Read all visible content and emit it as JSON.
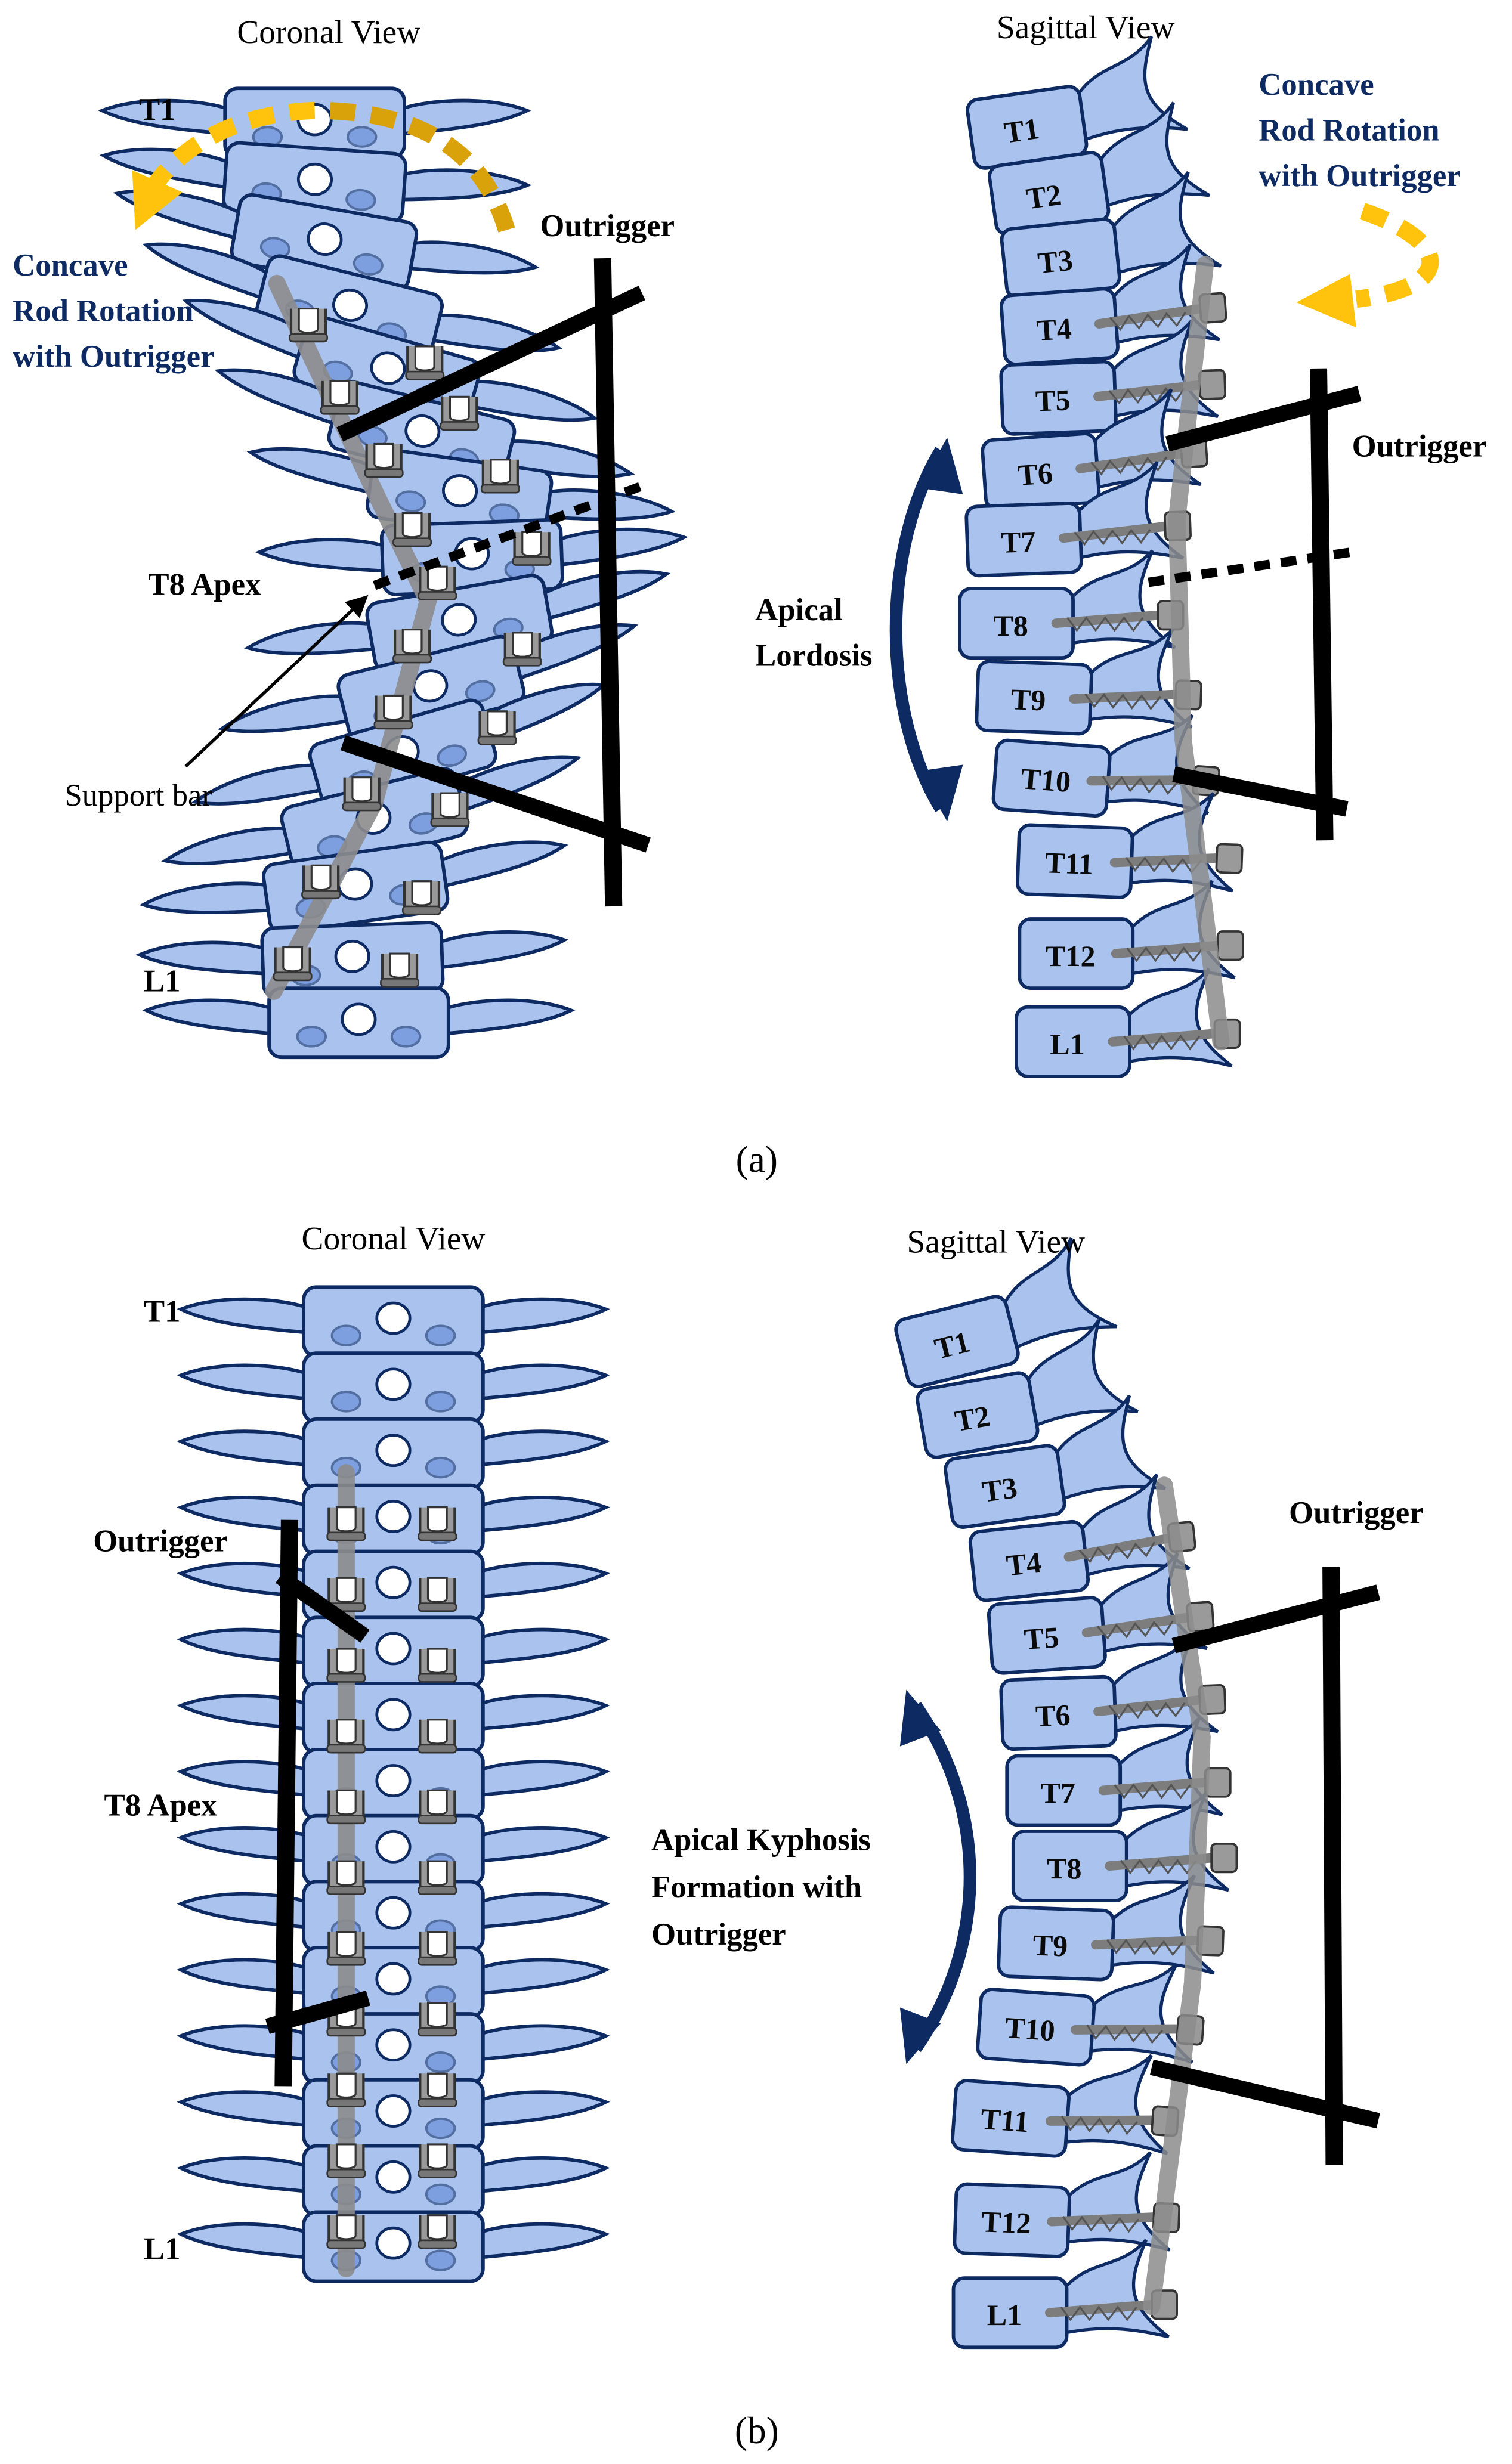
{
  "colors": {
    "bone_fill": "#a9c3ee",
    "bone_dark": "#5a82d6",
    "bone_stroke": "#0e2a63",
    "rod": "#8c8c8c",
    "outrigger": "#000000",
    "navy": "#0e2a63",
    "gold": "#d9a20b",
    "yellow": "#ffc30d"
  },
  "panel_a": {
    "coronal": {
      "title": "Coronal View",
      "top_label": "T1",
      "bottom_label": "L1",
      "apex_label": "T8 Apex",
      "outrigger_label": "Outrigger",
      "support_bar_label": "Support bar",
      "rotation_label": [
        "Concave",
        "Rod Rotation",
        "with Outrigger"
      ]
    },
    "sagittal": {
      "title": "Sagittal View",
      "vertebrae": [
        "T1",
        "T2",
        "T3",
        "T4",
        "T5",
        "T6",
        "T7",
        "T8",
        "T9",
        "T10",
        "T11",
        "T12",
        "L1"
      ],
      "outrigger_label": "Outrigger",
      "rotation_label": [
        "Concave",
        "Rod Rotation",
        "with Outrigger"
      ],
      "apical_label": [
        "Apical",
        "Lordosis"
      ]
    },
    "caption": "(a)"
  },
  "panel_b": {
    "coronal": {
      "title": "Coronal View",
      "top_label": "T1",
      "bottom_label": "L1",
      "apex_label": "T8 Apex",
      "outrigger_label": "Outrigger"
    },
    "sagittal": {
      "title": "Sagittal View",
      "vertebrae": [
        "T1",
        "T2",
        "T3",
        "T4",
        "T5",
        "T6",
        "T7",
        "T8",
        "T9",
        "T10",
        "T11",
        "T12",
        "L1"
      ],
      "outrigger_label": "Outrigger",
      "apical_label": [
        "Apical Kyphosis",
        "Formation with",
        "Outrigger"
      ]
    },
    "caption": "(b)"
  }
}
